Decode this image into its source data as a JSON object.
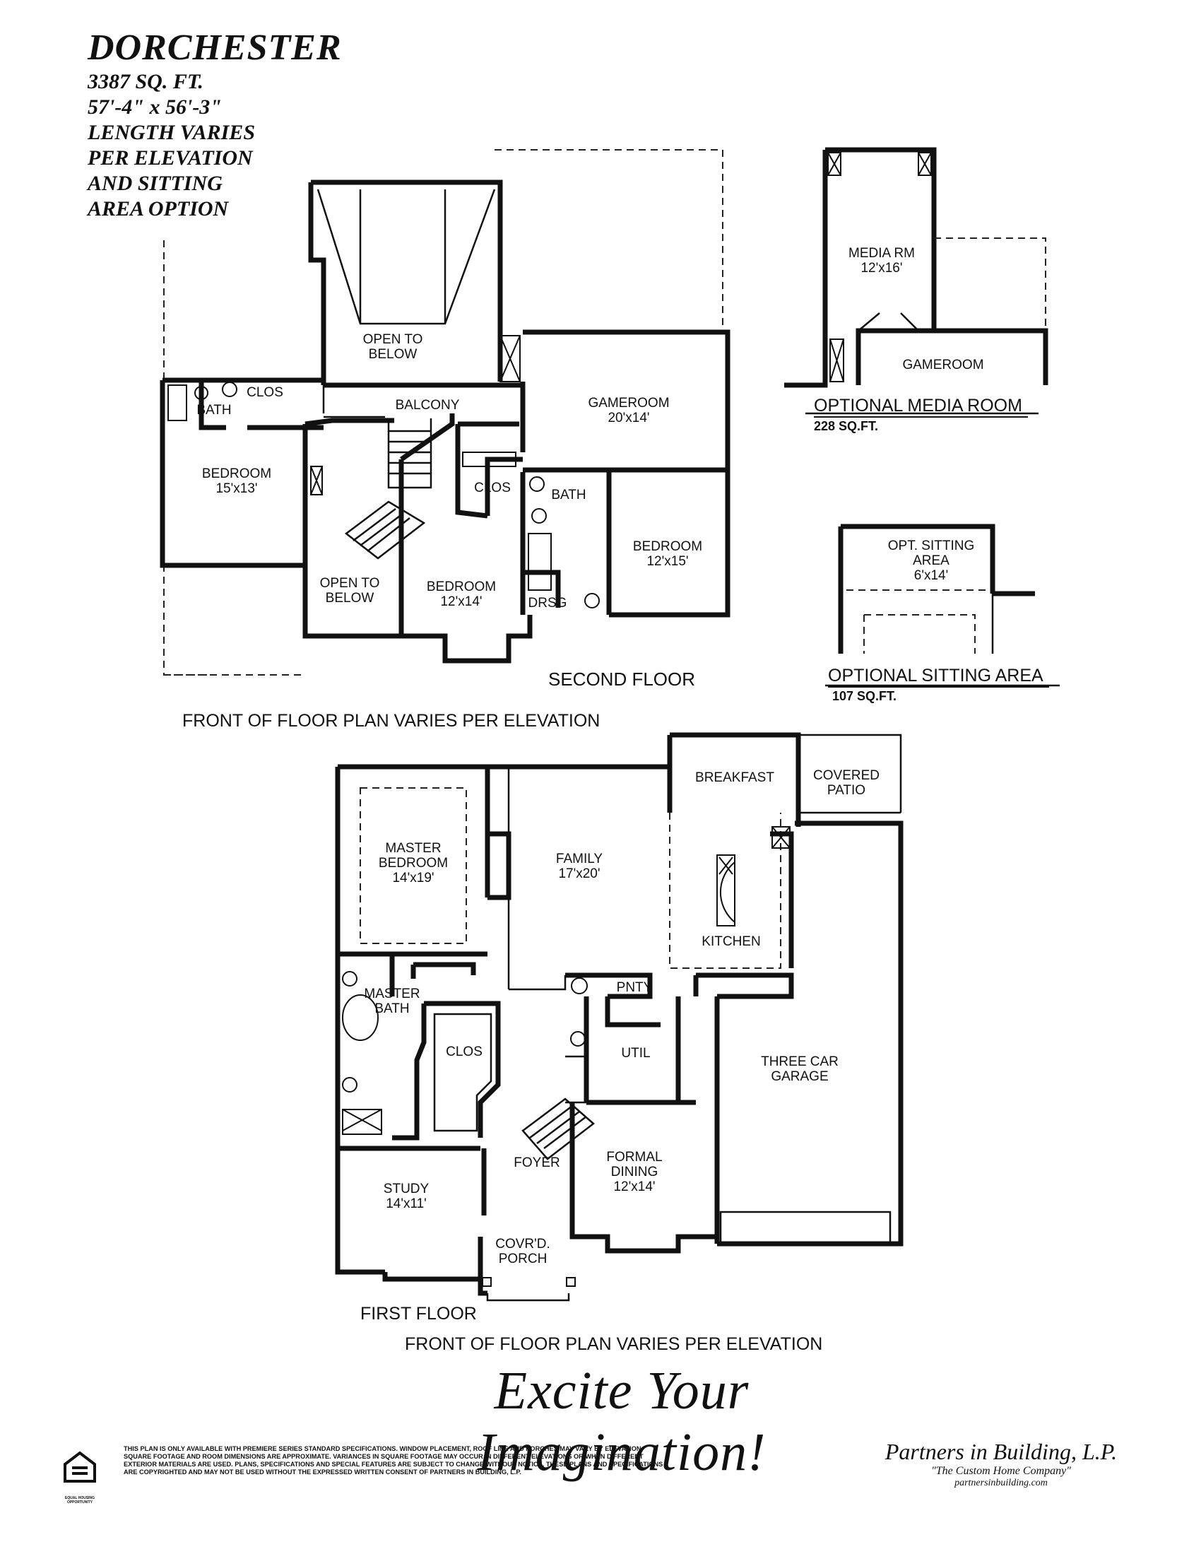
{
  "header": {
    "title": "DORCHESTER",
    "lines": [
      "3387 SQ. FT.",
      "57'-4\" x 56'-3\"",
      "LENGTH VARIES",
      "PER ELEVATION",
      "AND SITTING",
      "AREA OPTION"
    ]
  },
  "second_floor": {
    "heading": "SECOND FLOOR",
    "front_note": "FRONT OF FLOOR PLAN VARIES PER ELEVATION",
    "open_to_below_top": [
      "OPEN TO",
      "BELOW"
    ],
    "open_to_below_stair": [
      "OPEN TO",
      "BELOW"
    ],
    "balcony": "BALCONY",
    "bath_left": "BATH",
    "clos_left": "CLOS",
    "bedroom_left": [
      "BEDROOM",
      "15'x13'"
    ],
    "gameroom": [
      "GAMEROOM",
      "20'x14'"
    ],
    "clos_center": "CLOS",
    "bath_center": "BATH",
    "bedroom_center": [
      "BEDROOM",
      "12'x14'"
    ],
    "bedroom_right": [
      "BEDROOM",
      "12'x15'"
    ],
    "drsg": "DRSG"
  },
  "optional_media": {
    "media_rm": [
      "MEDIA RM",
      "12'x16'"
    ],
    "gameroom": "GAMEROOM",
    "title": "OPTIONAL MEDIA ROOM",
    "sqft": "228 SQ.FT."
  },
  "optional_sitting": {
    "room": [
      "OPT. SITTING",
      "AREA",
      "6'x14'"
    ],
    "title": "OPTIONAL SITTING AREA",
    "sqft": "107 SQ.FT."
  },
  "first_floor": {
    "heading": "FIRST FLOOR",
    "front_note": "FRONT OF FLOOR PLAN VARIES PER ELEVATION",
    "breakfast": "BREAKFAST",
    "covered_patio": [
      "COVERED",
      "PATIO"
    ],
    "master_bedroom": [
      "MASTER",
      "BEDROOM",
      "14'x19'"
    ],
    "family": [
      "FAMILY",
      "17'x20'"
    ],
    "kitchen": "KITCHEN",
    "master_bath": [
      "MASTER",
      "BATH"
    ],
    "clos": "CLOS",
    "pnty": "PNTY",
    "util": "UTIL",
    "three_car_garage": [
      "THREE CAR",
      "GARAGE"
    ],
    "foyer": "FOYER",
    "formal_dining": [
      "FORMAL",
      "DINING",
      "12'x14'"
    ],
    "study": [
      "STUDY",
      "14'x11'"
    ],
    "covrd_porch": [
      "COVR'D.",
      "PORCH"
    ]
  },
  "footer": {
    "tagline": "Excite Your Imagination!",
    "disclaimer": [
      "THIS PLAN IS ONLY AVAILABLE WITH PREMIERE SERIES STANDARD SPECIFICATIONS. WINDOW PLACEMENT, ROOF LINE AND PORCHES MAY VARY BY ELEVATION.",
      "SQUARE FOOTAGE AND ROOM DIMENSIONS ARE APPROXIMATE.  VARIANCES IN SQUARE FOOTAGE MAY OCCUR  IN  DIFFERENT ELEVATIONS OR  WHEN DIFFERENT",
      "EXTERIOR MATERIALS ARE USED. PLANS, SPECIFICATIONS AND SPECIAL FEATURES ARE SUBJECT TO CHANGE WITHOUT NOTICE. THESE PLANS AND SPECIFICATIONS",
      "ARE COPYRIGHTED AND MAY NOT BE USED  WITHOUT THE EXPRESSED WRITTEN CONSENT OF PARTNERS IN BUILDING, L.P."
    ],
    "brand_name": "Partners in Building, L.P.",
    "brand_motto": "\"The Custom Home Company\"",
    "brand_site": "partnersinbuilding.com",
    "eho_text": "EQUAL HOUSING OPPORTUNITY"
  }
}
